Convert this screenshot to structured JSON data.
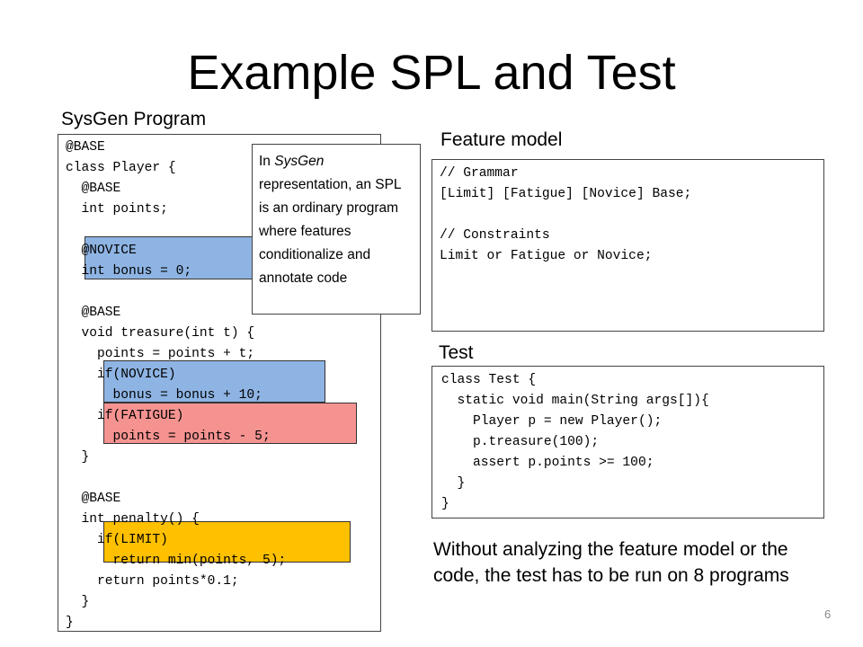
{
  "slide": {
    "title": "Example SPL and Test",
    "page_number": "6"
  },
  "sysgen": {
    "label": "SysGen Program",
    "lines": [
      "@BASE",
      "class Player {",
      "  @BASE",
      "  int points;",
      "",
      "  @NOVICE",
      "  int bonus = 0;",
      "",
      "  @BASE",
      "  void treasure(int t) {",
      "    points = points + t;",
      "    if(NOVICE)",
      "      bonus = bonus + 10;",
      "    if(FATIGUE)",
      "      points = points - 5;",
      "  }",
      "",
      "  @BASE",
      "  int penalty() {",
      "    if(LIMIT)",
      "      return min(points, 5);",
      "    return points*0.1;",
      "  }",
      "}"
    ]
  },
  "callout": {
    "text_pre": "In ",
    "text_em": "SysGen",
    "text_post": " representation, an SPL is an ordinary program where features conditionalize and annotate code"
  },
  "feature_model": {
    "label": "Feature model",
    "lines": [
      "// Grammar",
      "[Limit] [Fatigue] [Novice] Base;",
      "",
      "// Constraints",
      "Limit or Fatigue or Novice;"
    ]
  },
  "test": {
    "label": "Test",
    "lines": [
      "class Test {",
      "  static void main(String args[]){",
      "    Player p = new Player();",
      "    p.treasure(100);",
      "    assert p.points >= 100;",
      "  }",
      "}"
    ]
  },
  "summary": "Without analyzing the feature model or the code, the test has to be run on 8 programs",
  "colors": {
    "novice": "#8eb4e3",
    "fatigue": "#f59391",
    "limit": "#ffc000"
  }
}
